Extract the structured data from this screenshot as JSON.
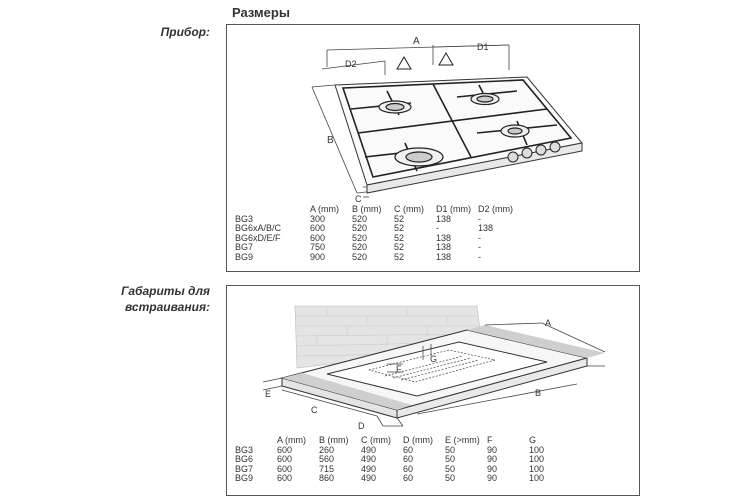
{
  "title": "Размеры",
  "section1": {
    "label": "Прибор:",
    "diagram_labels": {
      "a": "A",
      "d1": "D1",
      "d2": "D2",
      "b": "B",
      "c": "C"
    },
    "table": {
      "headers": [
        "",
        "A (mm)",
        "B (mm)",
        "C (mm)",
        "D1 (mm)",
        "D2 (mm)"
      ],
      "rows": [
        [
          "BG3",
          "300",
          "520",
          "52",
          "138",
          "-"
        ],
        [
          "BG6xA/B/C",
          "600",
          "520",
          "52",
          "-",
          "138"
        ],
        [
          "BG6xD/E/F",
          "600",
          "520",
          "52",
          "138",
          "-"
        ],
        [
          "BG7",
          "750",
          "520",
          "52",
          "138",
          "-"
        ],
        [
          "BG9",
          "900",
          "520",
          "52",
          "138",
          "-"
        ]
      ]
    }
  },
  "section2": {
    "label_line1": "Габариты для",
    "label_line2": "встраивания:",
    "diagram_labels": {
      "a": "A",
      "b": "B",
      "c": "C",
      "d": "D",
      "e": "E",
      "f": "F",
      "g": "G"
    },
    "table": {
      "headers": [
        "",
        "A (mm)",
        "B (mm)",
        "C (mm)",
        "D (mm)",
        "E (>mm)",
        "F",
        "G"
      ],
      "rows": [
        [
          "BG3",
          "600",
          "260",
          "490",
          "60",
          "50",
          "90",
          "100"
        ],
        [
          "BG6",
          "600",
          "560",
          "490",
          "60",
          "50",
          "90",
          "100"
        ],
        [
          "BG7",
          "600",
          "715",
          "490",
          "60",
          "50",
          "90",
          "100"
        ],
        [
          "BG9",
          "600",
          "860",
          "490",
          "60",
          "50",
          "90",
          "100"
        ]
      ]
    }
  }
}
